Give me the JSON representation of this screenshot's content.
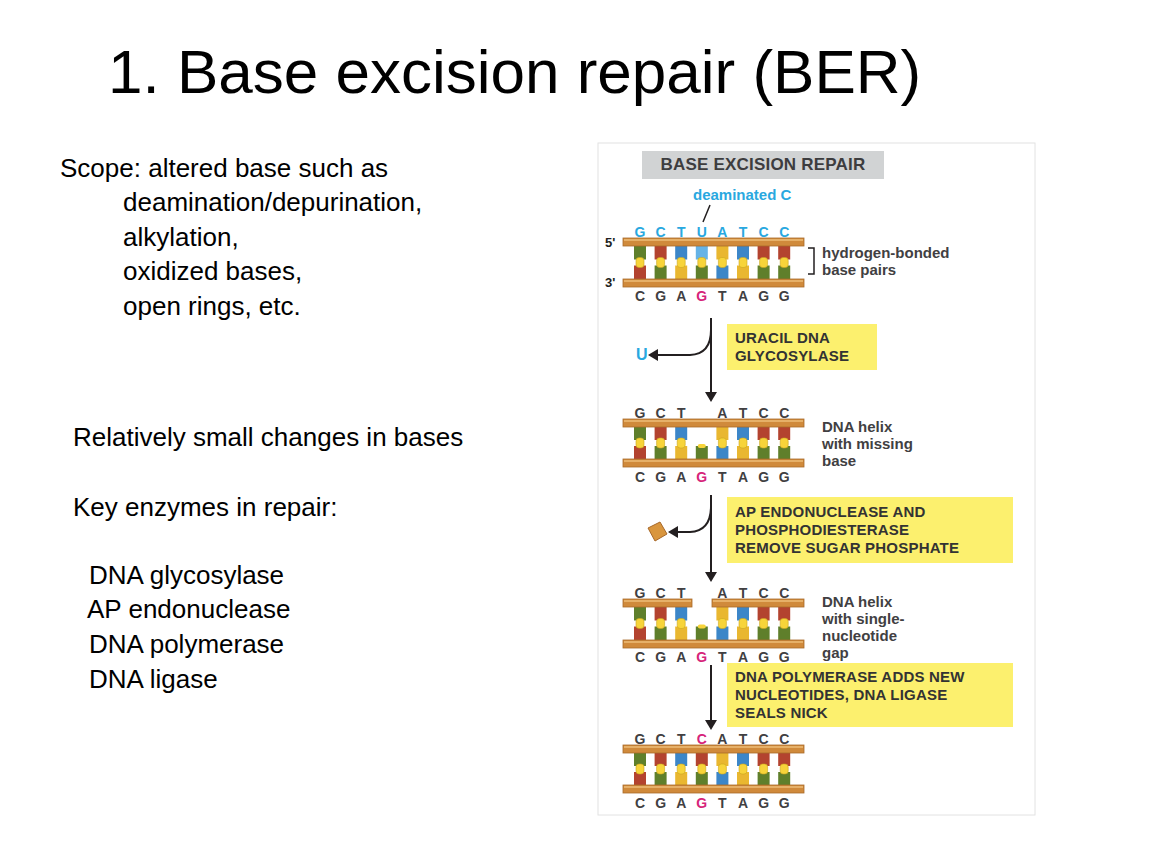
{
  "diagram": {
    "title": "1. Base excision repair (BER)",
    "nodes": [
      {
        "text": [
          "BASE EXCISION REPAIR"
        ]
      },
      {
        "text": [
          "URACIL DNA GLYCOSYLASE"
        ]
      },
      {
        "text": [
          "AP ENDONUCLEASE AND PHOSPHODIESTERASE REMOVE SUGAR PHOSPHATE"
        ]
      },
      {
        "text": [
          "DNA POLYMERASE ADDS NEW NUCLEOTIDES, DNA LIGASE SEALS NICK"
        ]
      }
    ],
    "labels": [
      "Scope: altered base such as",
      "deamination/depurination,",
      "alkylation,",
      "oxidized bases,",
      "open rings, etc.",
      "Relatively small changes in bases",
      "Key enzymes in repair:",
      "DNA glycosylase",
      "AP endonuclease",
      "DNA polymerase",
      "DNA ligase",
      "deaminated C",
      "5'",
      "3'",
      "hydrogen-bonded base pairs",
      "U",
      "DNA helix with missing base",
      "DNA helix with single-nucleotide gap",
      "G",
      "C",
      "T",
      "U",
      "A",
      "T",
      "C",
      "C",
      "C",
      "G",
      "A",
      "G",
      "T",
      "A",
      "G",
      "G",
      "G",
      "C",
      "T",
      "A",
      "T",
      "C",
      "C",
      "C",
      "G",
      "A",
      "G",
      "T",
      "A",
      "G",
      "G",
      "G",
      "C",
      "T",
      "A",
      "T",
      "C",
      "C",
      "C",
      "G",
      "A",
      "G",
      "T",
      "A",
      "G",
      "G",
      "G",
      "C",
      "T",
      "C",
      "A",
      "T",
      "C",
      "C",
      "C",
      "G",
      "A",
      "G",
      "T",
      "A",
      "G",
      "G"
    ]
  }
}
